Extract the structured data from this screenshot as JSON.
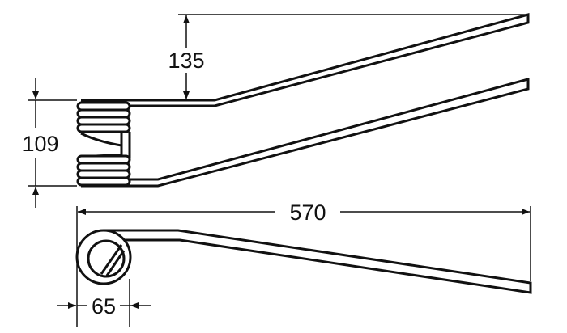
{
  "drawing": {
    "dimensions": {
      "arm_offset": "135",
      "coil_height": "109",
      "overall_length": "570",
      "coil_diameter": "65"
    },
    "colors": {
      "line": "#111111",
      "background": "#ffffff"
    }
  }
}
